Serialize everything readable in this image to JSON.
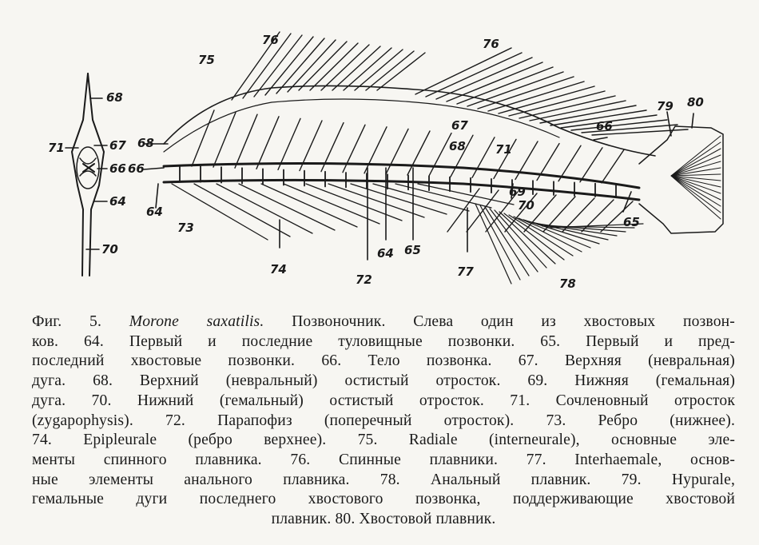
{
  "figure": {
    "labels": {
      "l64_left": "64",
      "l64_mid": "64",
      "l65_mid": "65",
      "l65_tail": "65",
      "l66_left": "66",
      "l66_tail": "66",
      "l66_vert": "66",
      "l67_vert": "67",
      "l67_mid": "67",
      "l68_vert": "68",
      "l68_left": "68",
      "l68_mid": "68",
      "l69": "69",
      "l70_vert": "70",
      "l70_mid": "70",
      "l71_vert": "71",
      "l71_mid": "71",
      "l72": "72",
      "l73": "73",
      "l74": "74",
      "l75": "75",
      "l76_a": "76",
      "l76_b": "76",
      "l77": "77",
      "l78": "78",
      "l79": "79",
      "l80": "80"
    }
  },
  "caption": {
    "line1_prefix": "Фиг. 5.",
    "line1_species": "Morone saxatilis.",
    "line1_rest": "Позвоночник. Слева один из хвостовых позвон-",
    "line2": "ков. 64. Первый и последние туловищные позвонки. 65. Первый и пред-",
    "line3": "последний хвостовые позвонки. 66. Тело позвонка. 67. Верхняя (невральная)",
    "line4": "дуга. 68. Верхний (невральный) остистый отросток. 69. Нижняя (гемальная)",
    "line5": "дуга. 70. Нижний (гемальный) остистый отросток. 71. Сочленовный отросток",
    "line6": "(zygapophysis). 72. Парапофиз (поперечный отросток). 73. Ребро (нижнее).",
    "line7": "74. Epipleurale (ребро верхнее). 75. Radiale (interneurale), основные эле-",
    "line8": "менты спинного плавника. 76. Спинные плавники. 77. Interhaemale, основ-",
    "line9": "ные элементы анального плавника. 78. Анальный плавник. 79. Hypurale,",
    "line10": "гемальные дуги последнего хвостового позвонка, поддерживающие хвостовой",
    "line11": "плавник. 80. Хвостовой плавник."
  }
}
